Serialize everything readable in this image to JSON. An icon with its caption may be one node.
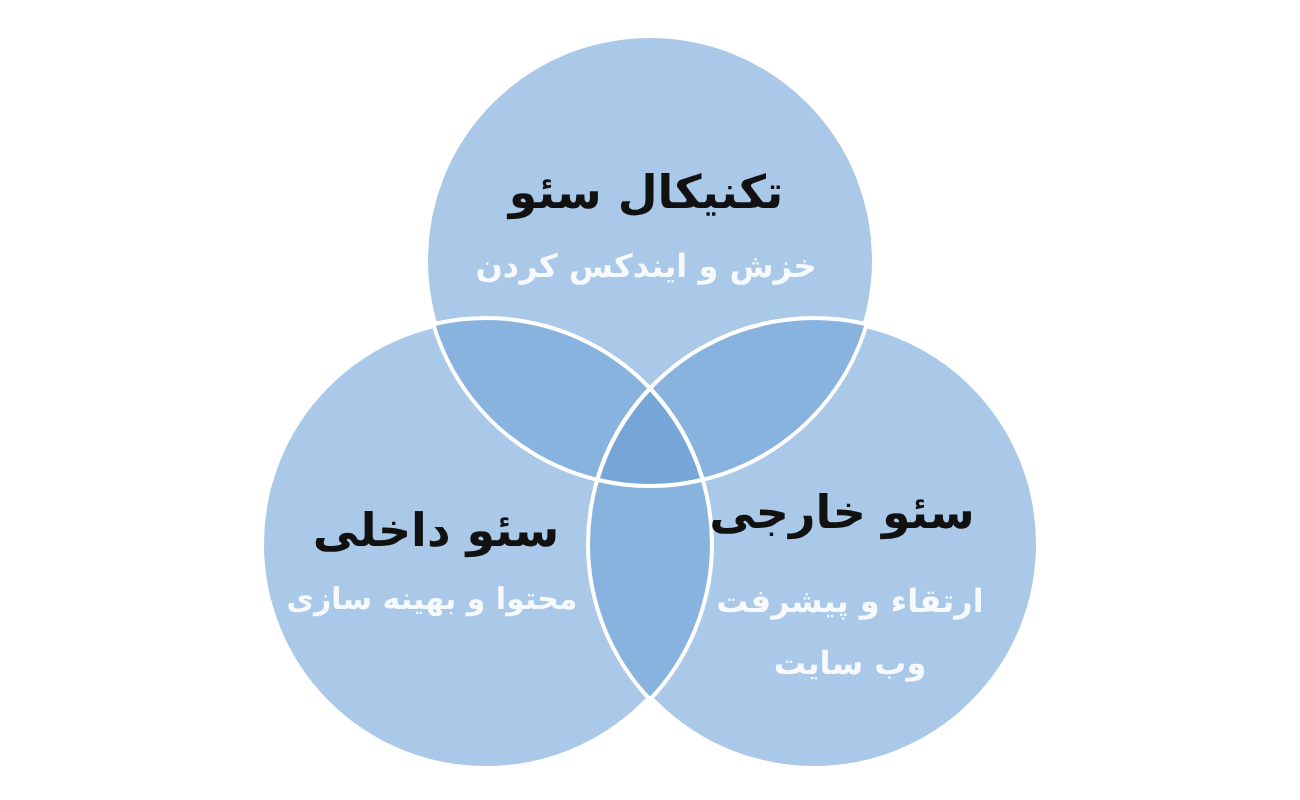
{
  "diagram": {
    "nodes": [
      {
        "text": [
          "تکنیکال سئو",
          "خزش و ایندکس کردن"
        ]
      },
      {
        "text": [
          "سئو داخلی",
          "محتوا و بهینه سازی"
        ]
      },
      {
        "text": [
          "سئو خارجی",
          "ارتقاء و پیشرفت وب سایت"
        ]
      }
    ]
  }
}
